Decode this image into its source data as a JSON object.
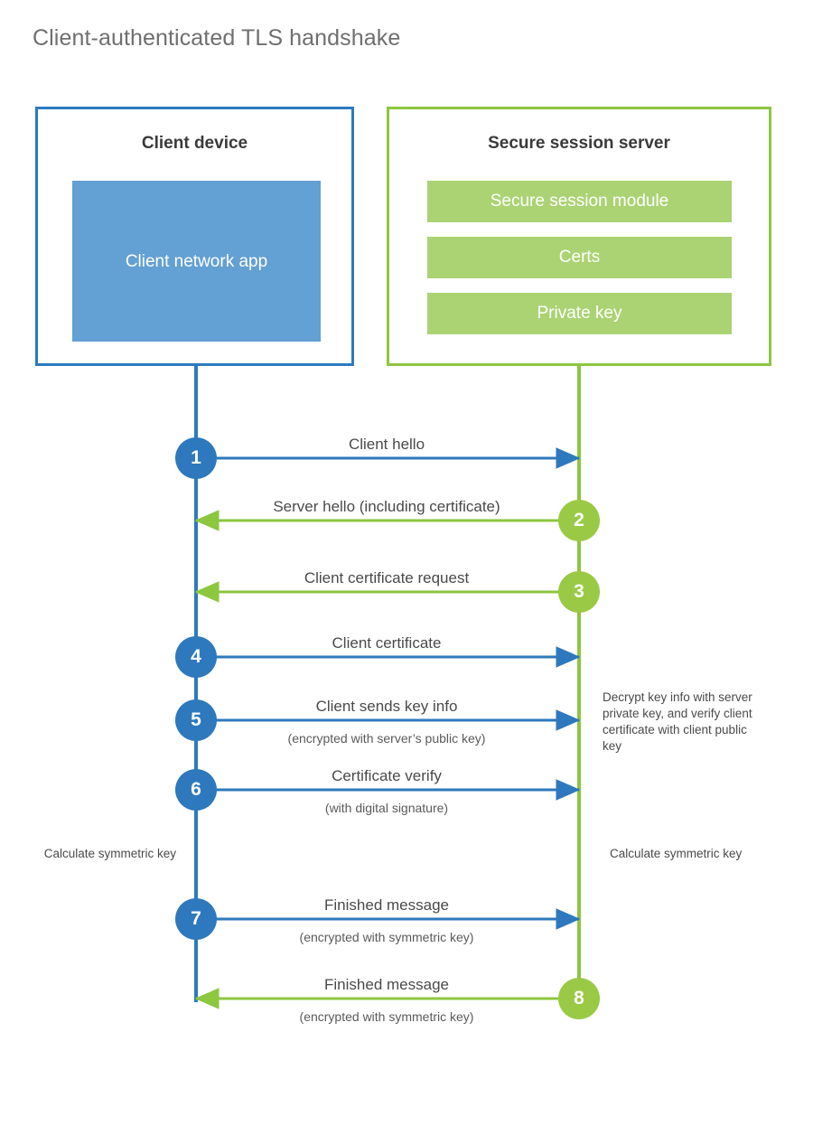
{
  "title": "Client-authenticated TLS handshake",
  "colors": {
    "client_blue": "#2e79bd",
    "client_app_blue": "#63a0d3",
    "server_green": "#8dc63f",
    "server_block_green": "#abd373",
    "step_green": "#9aca45",
    "title_gray": "#6f6f6f",
    "text_gray": "#4a4a4a"
  },
  "participants": {
    "client": {
      "title": "Client device",
      "blocks": [
        {
          "label": "Client network app"
        }
      ]
    },
    "server": {
      "title": "Secure session server",
      "blocks": [
        {
          "label": "Secure session module"
        },
        {
          "label": "Certs"
        },
        {
          "label": "Private key"
        }
      ]
    }
  },
  "messages": [
    {
      "number": "1",
      "label": "Client hello",
      "sublabel": "",
      "direction": "client-to-server",
      "origin": "client"
    },
    {
      "number": "2",
      "label": "Server hello (including certificate)",
      "sublabel": "",
      "direction": "server-to-client",
      "origin": "server"
    },
    {
      "number": "3",
      "label": "Client certificate request",
      "sublabel": "",
      "direction": "server-to-client",
      "origin": "server"
    },
    {
      "number": "4",
      "label": "Client certificate",
      "sublabel": "",
      "direction": "client-to-server",
      "origin": "client"
    },
    {
      "number": "5",
      "label": "Client sends key info",
      "sublabel": "(encrypted with server’s public key)",
      "direction": "client-to-server",
      "origin": "client"
    },
    {
      "number": "6",
      "label": "Certificate verify",
      "sublabel": "(with digital signature)",
      "direction": "client-to-server",
      "origin": "client"
    },
    {
      "number": "7",
      "label": "Finished message",
      "sublabel": "(encrypted with symmetric key)",
      "direction": "client-to-server",
      "origin": "client"
    },
    {
      "number": "8",
      "label": "Finished message",
      "sublabel": "(encrypted with symmetric key)",
      "direction": "server-to-client",
      "origin": "server"
    }
  ],
  "annotations": {
    "server_decrypt": "Decrypt key info with server private key, and verify client certificate with client public key",
    "client_calculate": "Calculate symmetric key",
    "server_calculate": "Calculate symmetric key"
  }
}
